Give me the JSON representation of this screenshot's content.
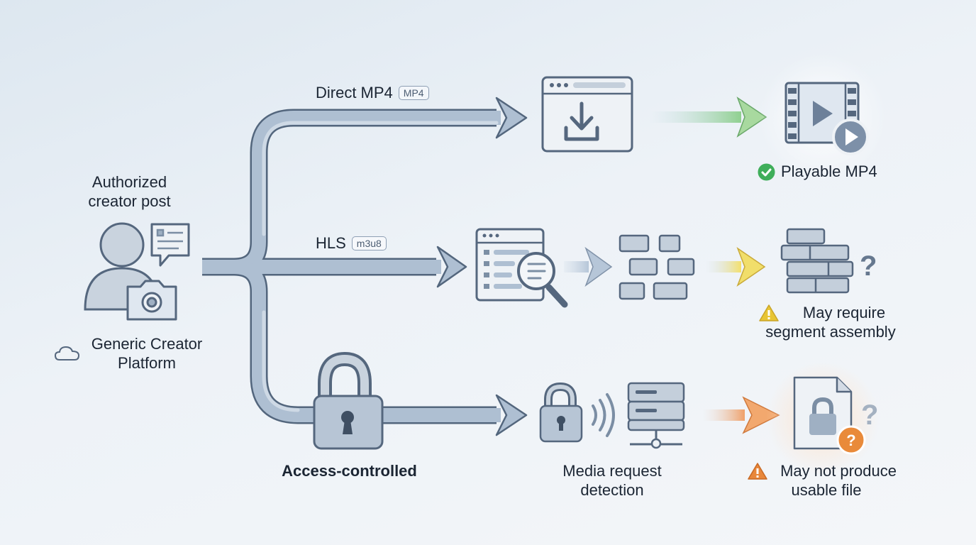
{
  "source": {
    "title": "Authorized creator post",
    "platform": "Generic Creator Platform",
    "icons": [
      "user-avatar-icon",
      "chat-bubble-icon",
      "camera-icon",
      "cloud-icon"
    ]
  },
  "paths": [
    {
      "label": "Direct MP4",
      "tag": "MP4",
      "result": "Playable MP4",
      "status": "success",
      "result_icon": "check-circle-icon"
    },
    {
      "label": "HLS",
      "tag": "m3u8",
      "result": "May require segment assembly",
      "status": "warning",
      "result_icon": "warning-icon"
    },
    {
      "label": "Access-controlled",
      "step": "Media request detection",
      "result": "May not produce usable file",
      "status": "error",
      "result_icon": "warning-icon"
    }
  ],
  "colors": {
    "pipe": "#aebfd2",
    "pipe_outline": "#53667d",
    "icon_fill": "#dfe7f0",
    "icon_stroke": "#55677e",
    "success": "#3fae5a",
    "warning": "#e8c534",
    "error": "#e8873b",
    "text": "#1b2533"
  }
}
